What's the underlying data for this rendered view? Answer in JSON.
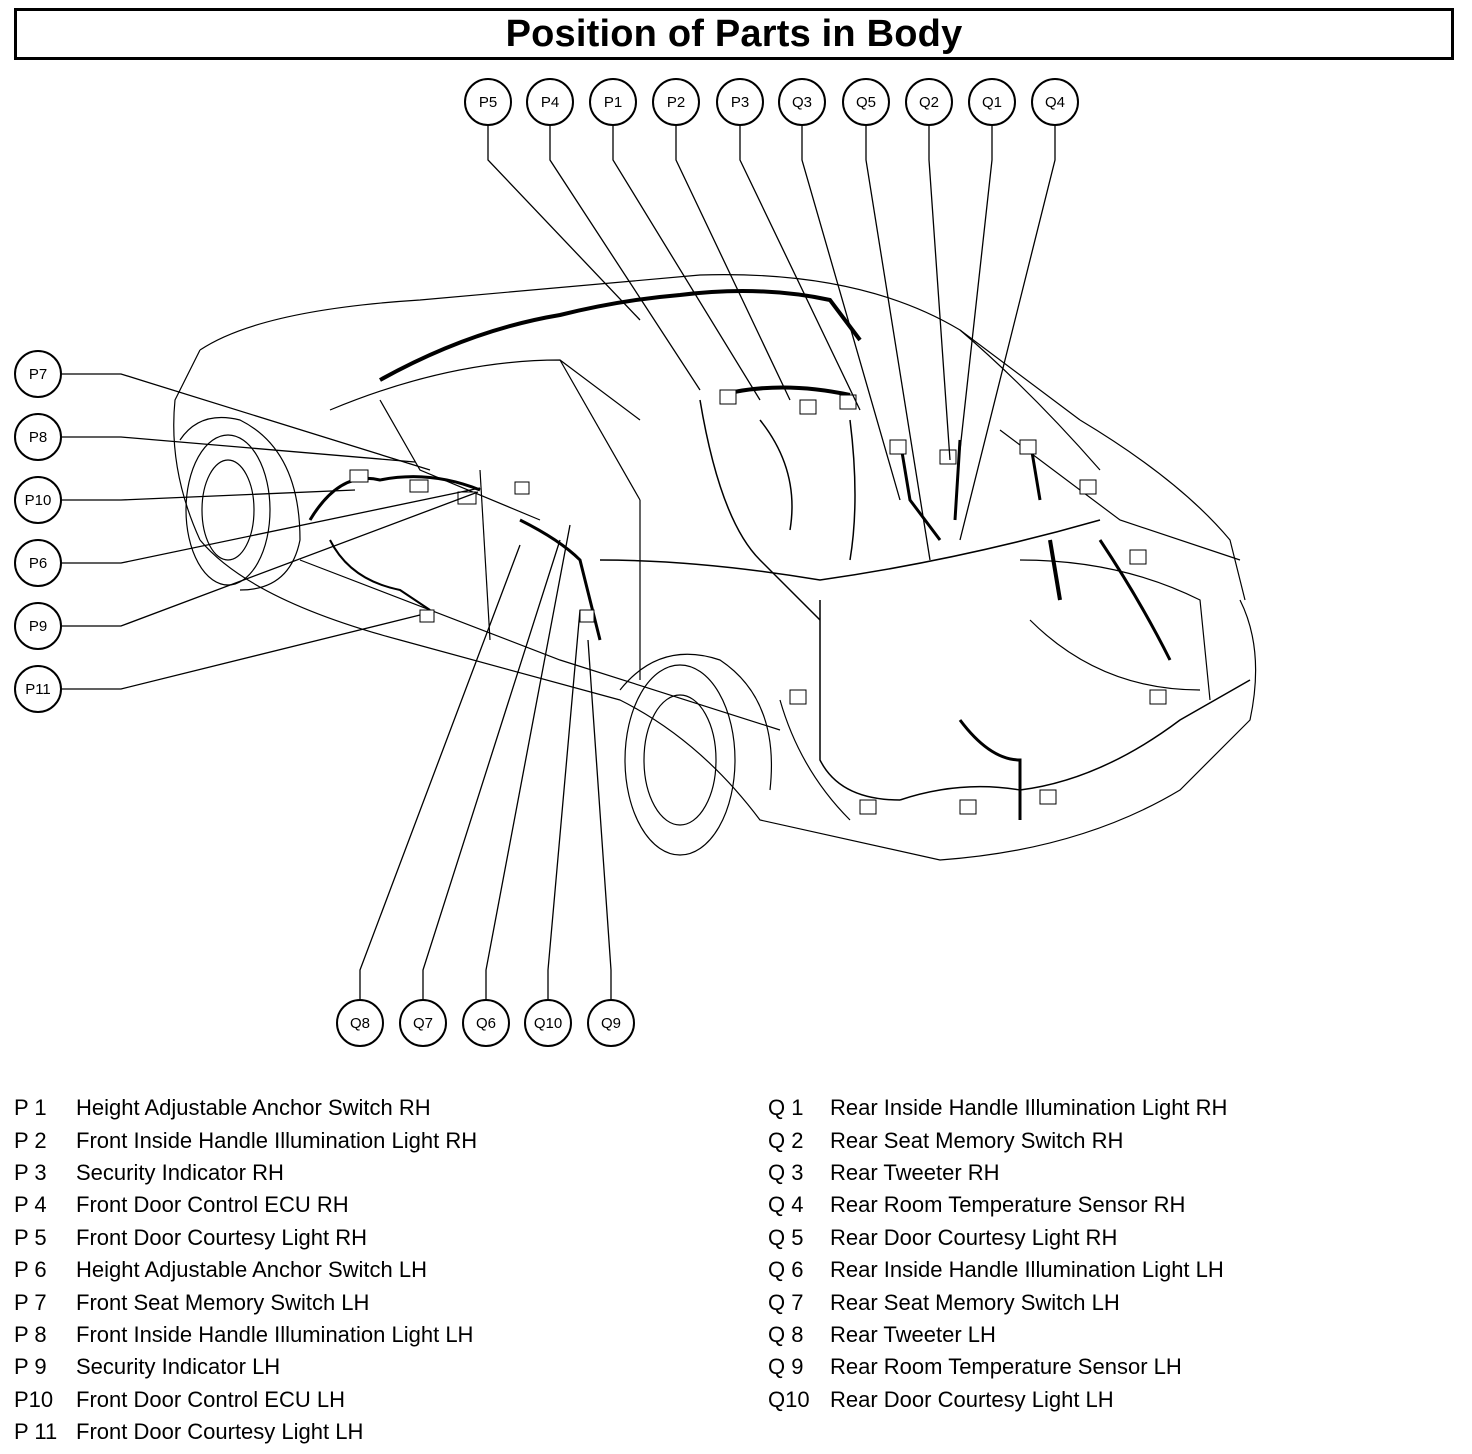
{
  "title": "Position of Parts in Body",
  "callouts": {
    "top": [
      "P5",
      "P4",
      "P1",
      "P2",
      "P3",
      "Q3",
      "Q5",
      "Q2",
      "Q1",
      "Q4"
    ],
    "left": [
      "P7",
      "P8",
      "P10",
      "P6",
      "P9",
      "P11"
    ],
    "bottom": [
      "Q8",
      "Q7",
      "Q6",
      "Q10",
      "Q9"
    ]
  },
  "legend": {
    "p": [
      {
        "code": "P  1",
        "desc": "Height Adjustable Anchor Switch RH"
      },
      {
        "code": "P  2",
        "desc": "Front Inside Handle Illumination Light RH"
      },
      {
        "code": "P  3",
        "desc": "Security Indicator RH"
      },
      {
        "code": "P  4",
        "desc": "Front Door Control ECU RH"
      },
      {
        "code": "P  5",
        "desc": "Front Door Courtesy Light RH"
      },
      {
        "code": "P  6",
        "desc": "Height Adjustable Anchor Switch LH"
      },
      {
        "code": "P  7",
        "desc": "Front Seat Memory Switch LH"
      },
      {
        "code": "P  8",
        "desc": "Front Inside Handle Illumination Light LH"
      },
      {
        "code": "P  9",
        "desc": "Security Indicator LH"
      },
      {
        "code": "P10",
        "desc": "Front Door Control ECU LH"
      },
      {
        "code": "P 11",
        "desc": "Front Door Courtesy Light LH"
      }
    ],
    "q": [
      {
        "code": "Q  1",
        "desc": "Rear Inside Handle Illumination Light RH"
      },
      {
        "code": "Q  2",
        "desc": "Rear Seat Memory Switch RH"
      },
      {
        "code": "Q  3",
        "desc": "Rear Tweeter RH"
      },
      {
        "code": "Q  4",
        "desc": "Rear Room Temperature Sensor RH"
      },
      {
        "code": "Q  5",
        "desc": "Rear Door Courtesy Light RH"
      },
      {
        "code": "Q  6",
        "desc": "Rear Inside Handle Illumination Light LH"
      },
      {
        "code": "Q  7",
        "desc": "Rear Seat Memory Switch LH"
      },
      {
        "code": "Q  8",
        "desc": "Rear Tweeter LH"
      },
      {
        "code": "Q  9",
        "desc": "Rear Room Temperature Sensor LH"
      },
      {
        "code": "Q10",
        "desc": "Rear Door Courtesy Light LH"
      }
    ]
  }
}
